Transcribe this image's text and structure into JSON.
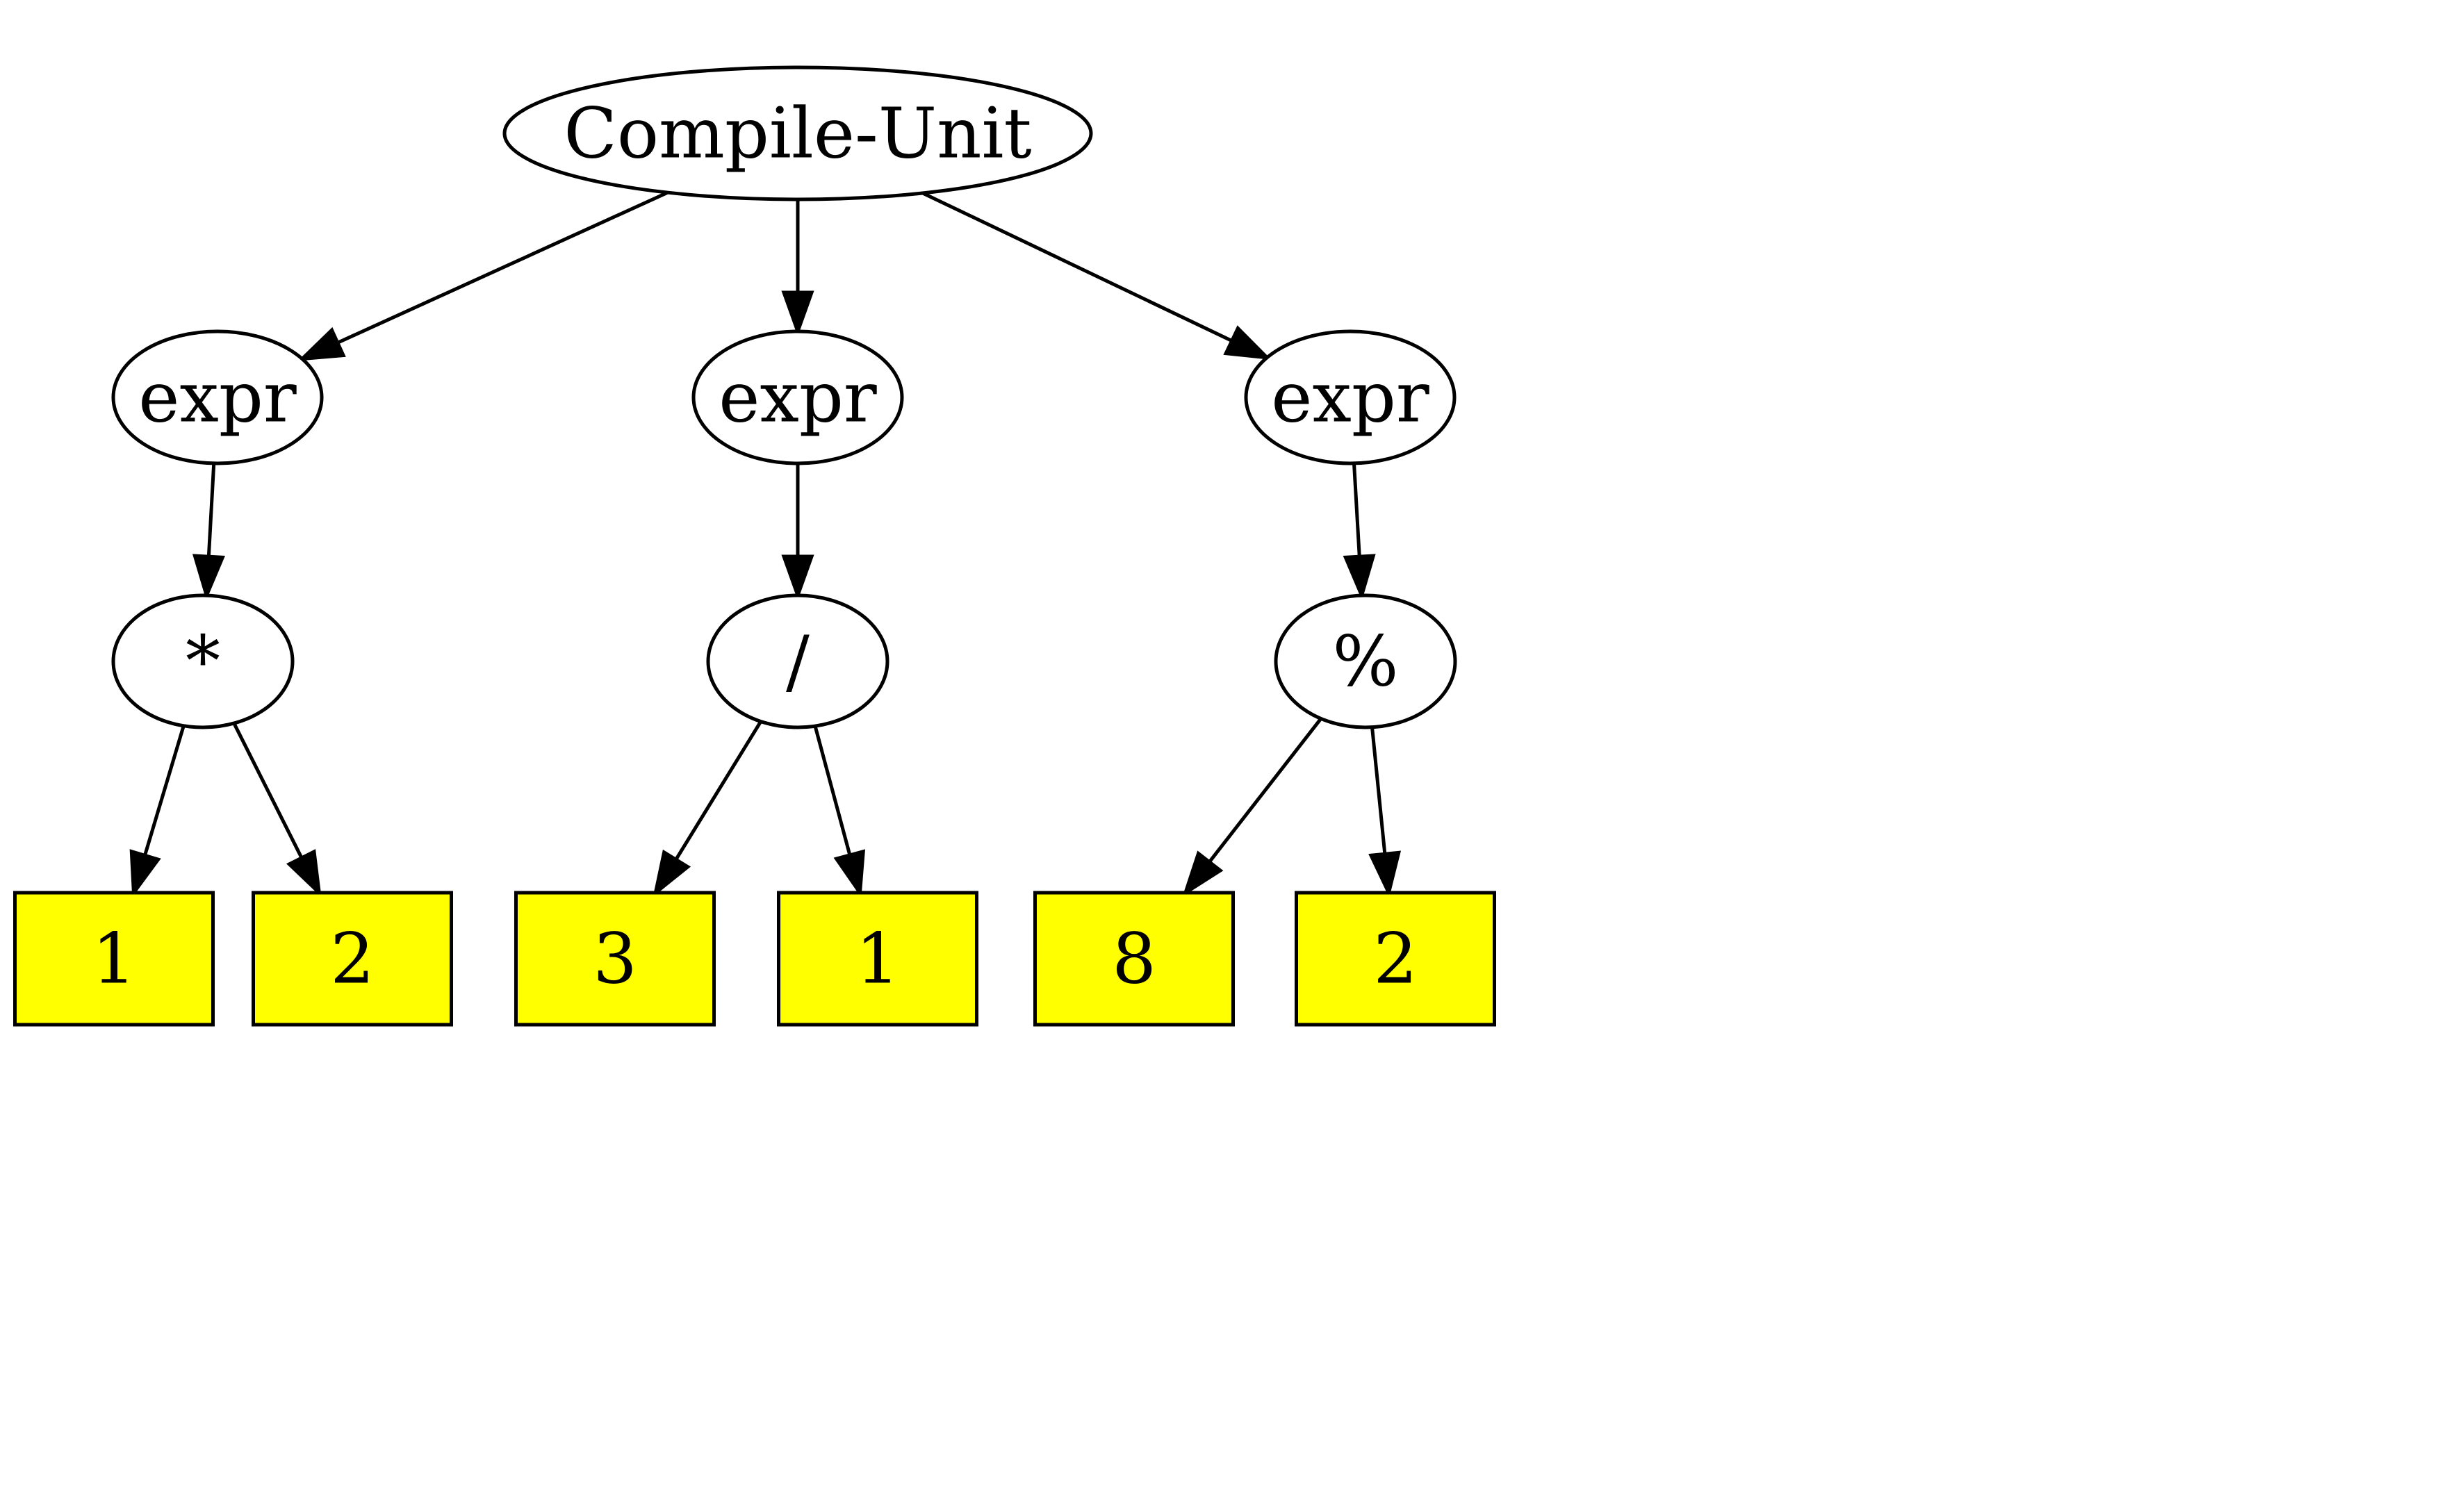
{
  "diagram": {
    "colors": {
      "leaf_fill": "#ffff00",
      "stroke": "#000000",
      "background": "#ffffff"
    },
    "nodes": [
      {
        "id": "root",
        "label": "Compile-Unit",
        "shape": "ellipse"
      },
      {
        "id": "expr1",
        "label": "expr",
        "shape": "ellipse"
      },
      {
        "id": "expr2",
        "label": "expr",
        "shape": "ellipse"
      },
      {
        "id": "expr3",
        "label": "expr",
        "shape": "ellipse"
      },
      {
        "id": "op1",
        "label": "*",
        "shape": "ellipse"
      },
      {
        "id": "op2",
        "label": "/",
        "shape": "ellipse"
      },
      {
        "id": "op3",
        "label": "%",
        "shape": "ellipse"
      },
      {
        "id": "leaf1",
        "label": "1",
        "shape": "box"
      },
      {
        "id": "leaf2",
        "label": "2",
        "shape": "box"
      },
      {
        "id": "leaf3",
        "label": "3",
        "shape": "box"
      },
      {
        "id": "leaf4",
        "label": "1",
        "shape": "box"
      },
      {
        "id": "leaf5",
        "label": "8",
        "shape": "box"
      },
      {
        "id": "leaf6",
        "label": "2",
        "shape": "box"
      }
    ],
    "edges": [
      {
        "from": "root",
        "to": "expr1"
      },
      {
        "from": "root",
        "to": "expr2"
      },
      {
        "from": "root",
        "to": "expr3"
      },
      {
        "from": "expr1",
        "to": "op1"
      },
      {
        "from": "expr2",
        "to": "op2"
      },
      {
        "from": "expr3",
        "to": "op3"
      },
      {
        "from": "op1",
        "to": "leaf1"
      },
      {
        "from": "op1",
        "to": "leaf2"
      },
      {
        "from": "op2",
        "to": "leaf3"
      },
      {
        "from": "op2",
        "to": "leaf4"
      },
      {
        "from": "op3",
        "to": "leaf5"
      },
      {
        "from": "op3",
        "to": "leaf6"
      }
    ]
  }
}
